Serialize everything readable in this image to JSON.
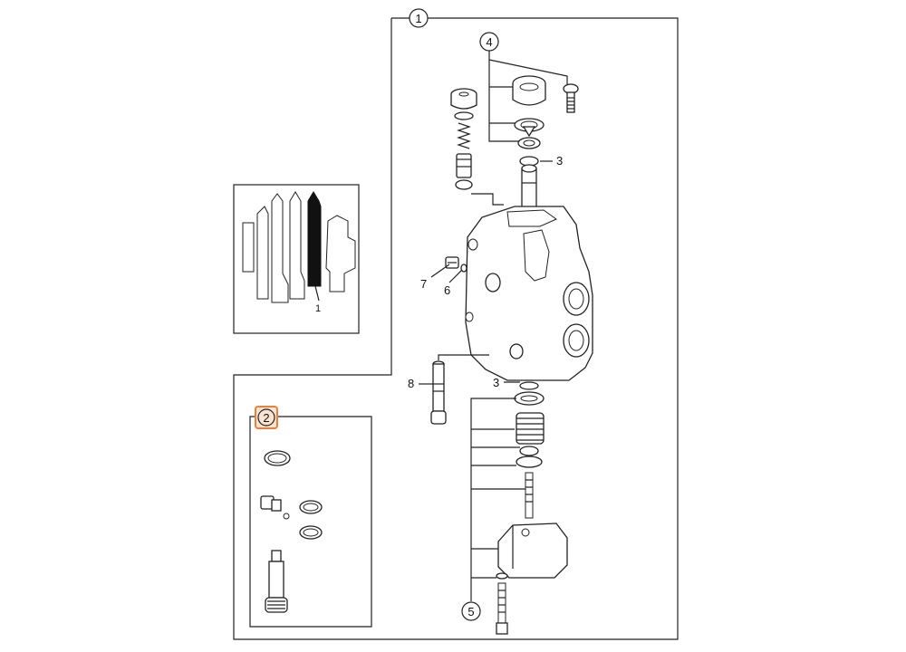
{
  "callouts": {
    "c1": "1",
    "c2": "2",
    "c3a": "3",
    "c3b": "3",
    "c4": "4",
    "c5": "5",
    "c6": "6",
    "c7": "7",
    "c8": "8",
    "inset": "1"
  },
  "colors": {
    "line": "#222222",
    "highlight": "#e8823a",
    "highlight_fill": "#fbe3d2"
  }
}
